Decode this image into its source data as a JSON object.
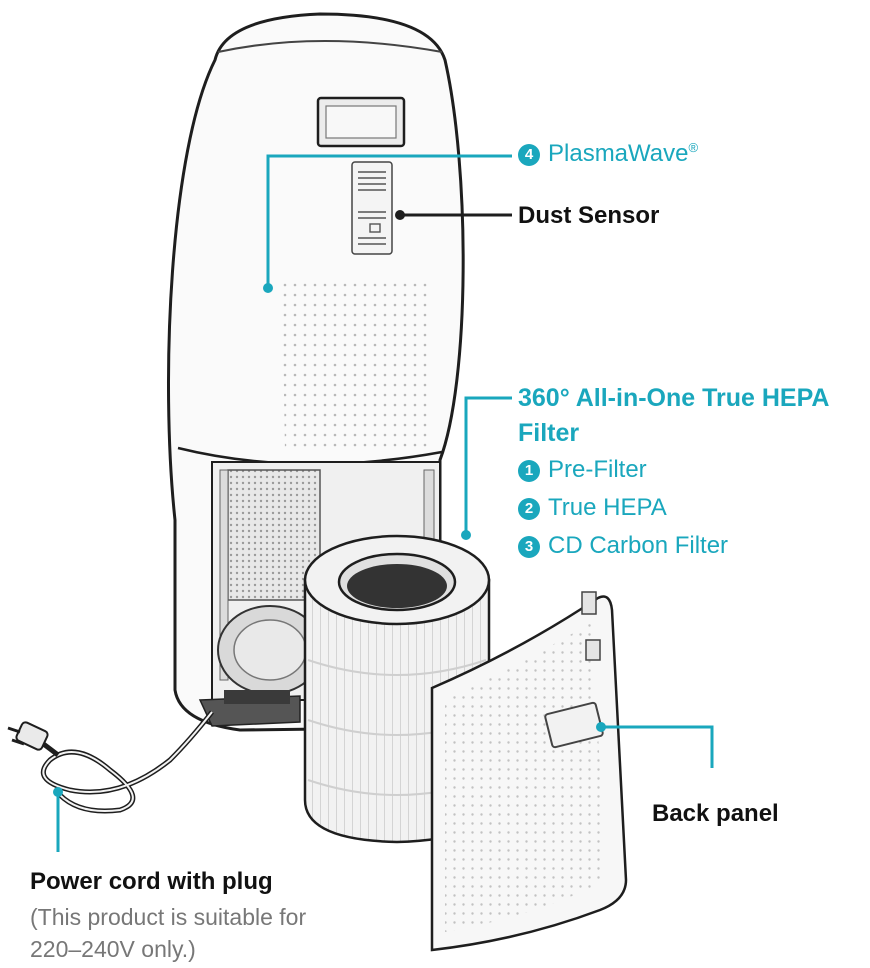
{
  "colors": {
    "accent": "#1aa7bd",
    "line": "#1e1e1e"
  },
  "labels": {
    "plasmawave": {
      "num": "4",
      "text": "PlasmaWave",
      "sup": "®"
    },
    "dust_sensor": "Dust Sensor",
    "filter": {
      "title_line1": "360° All-in-One True HEPA",
      "title_line2": "Filter",
      "items": [
        {
          "num": "1",
          "text": "Pre-Filter"
        },
        {
          "num": "2",
          "text": "True HEPA"
        },
        {
          "num": "3",
          "text": "CD Carbon Filter"
        }
      ]
    },
    "back_panel": "Back panel",
    "power_cord": {
      "title": "Power cord with plug",
      "note_line1": "(This product is suitable for",
      "note_line2": "220–240V only.)"
    }
  }
}
